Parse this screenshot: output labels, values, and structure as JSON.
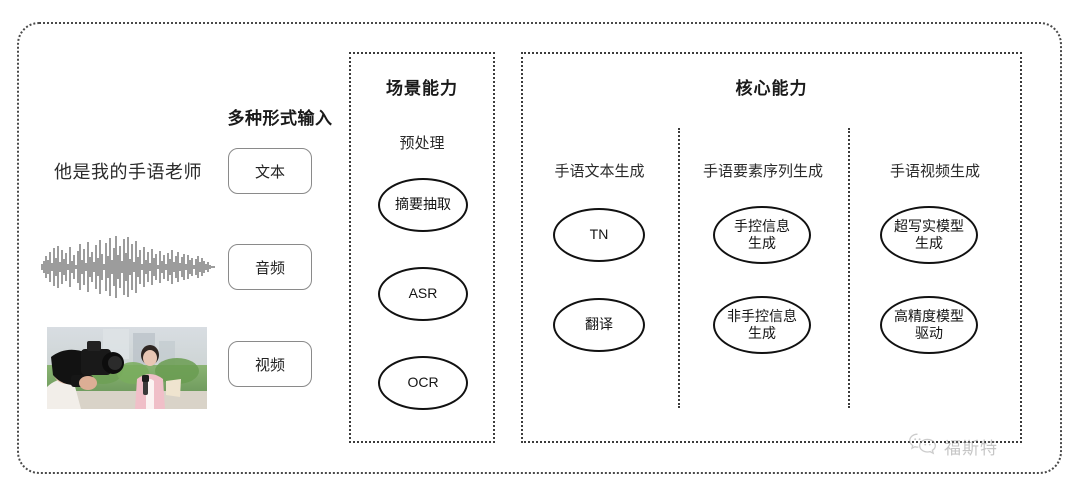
{
  "diagram": {
    "title_hidden": "",
    "input_section": {
      "header": "多种形式输入",
      "sample_text": "他是我的手语老师",
      "modalities": [
        {
          "label": "文本",
          "icon": "text-icon"
        },
        {
          "label": "音频",
          "icon": "waveform-icon"
        },
        {
          "label": "视频",
          "icon": "video-thumbnail-icon"
        }
      ]
    },
    "scene_panel": {
      "title": "场景能力",
      "column_header": "预处理",
      "nodes": [
        "摘要抽取",
        "ASR",
        "OCR"
      ]
    },
    "core_panel": {
      "title": "核心能力",
      "columns": [
        {
          "header": "手语文本生成",
          "nodes": [
            "TN",
            "翻译"
          ]
        },
        {
          "header": "手语要素序列生成",
          "nodes": [
            "手控信息\n生成",
            "非手控信息\n生成"
          ]
        },
        {
          "header": "手语视频生成",
          "nodes": [
            "超写实模型\n生成",
            "高精度模型\n驱动"
          ]
        }
      ]
    },
    "watermark": {
      "label": "福斯特",
      "icon": "wechat-icon"
    },
    "colors": {
      "background": "#ffffff",
      "border_dotted": "#3c3c3c",
      "node_stroke": "#111111",
      "pill_stroke": "#8a8a8a",
      "text": "#222222",
      "watermark": "#8e8e8e"
    }
  }
}
